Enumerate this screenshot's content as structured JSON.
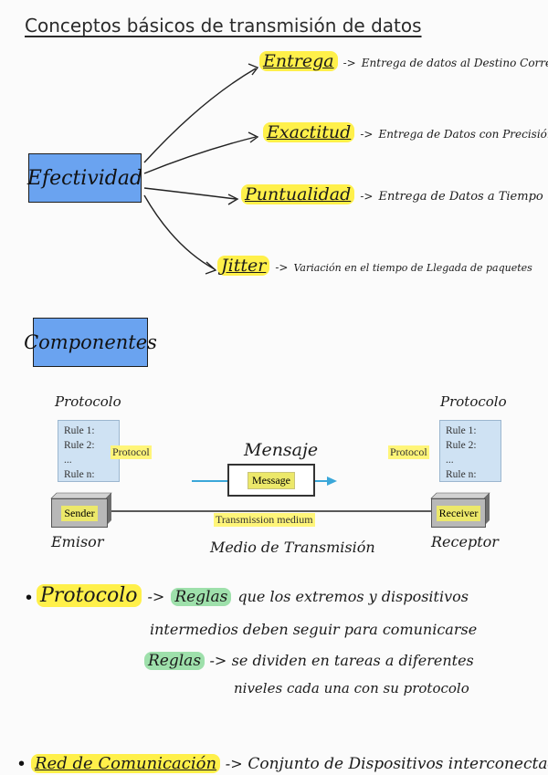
{
  "title": "Conceptos básicos de transmisión de datos",
  "effectiveness": {
    "label": "Efectividad",
    "items": [
      {
        "term": "Entrega",
        "desc": "Entrega de datos al Destino Correcto"
      },
      {
        "term": "Exactitud",
        "desc": "Entrega de Datos con Precisión"
      },
      {
        "term": "Puntualidad",
        "desc": "Entrega de Datos a Tiempo"
      },
      {
        "term": "Jitter",
        "desc": "Variación en el tiempo de Llegada de paquetes"
      }
    ]
  },
  "components": {
    "label": "Componentes",
    "protocol_left": "Protocolo",
    "protocol_right": "Protocolo",
    "message_handwritten": "Mensaje",
    "emisor": "Emisor",
    "medio": "Medio de Transmisión",
    "receptor": "Receptor"
  },
  "diagram": {
    "rules": [
      "Rule 1:",
      "Rule 2:",
      "...",
      "Rule n:"
    ],
    "protocol_label": "Protocol",
    "sender": "Sender",
    "receiver": "Receiver",
    "message": "Message",
    "medium": "Transmission medium"
  },
  "notes": {
    "protocolo_term": "Protocolo",
    "reglas1": "Reglas",
    "line1": "que los extremos y dispositivos",
    "line2": "intermedios deben seguir para comunicarse",
    "reglas2": "Reglas",
    "line3": "se dividen en tareas a diferentes",
    "line4": "niveles cada una con su protocolo",
    "red_term": "Red de Comunicación",
    "red_desc": "Conjunto de Dispositivos interconectados",
    "arrow": "->"
  }
}
